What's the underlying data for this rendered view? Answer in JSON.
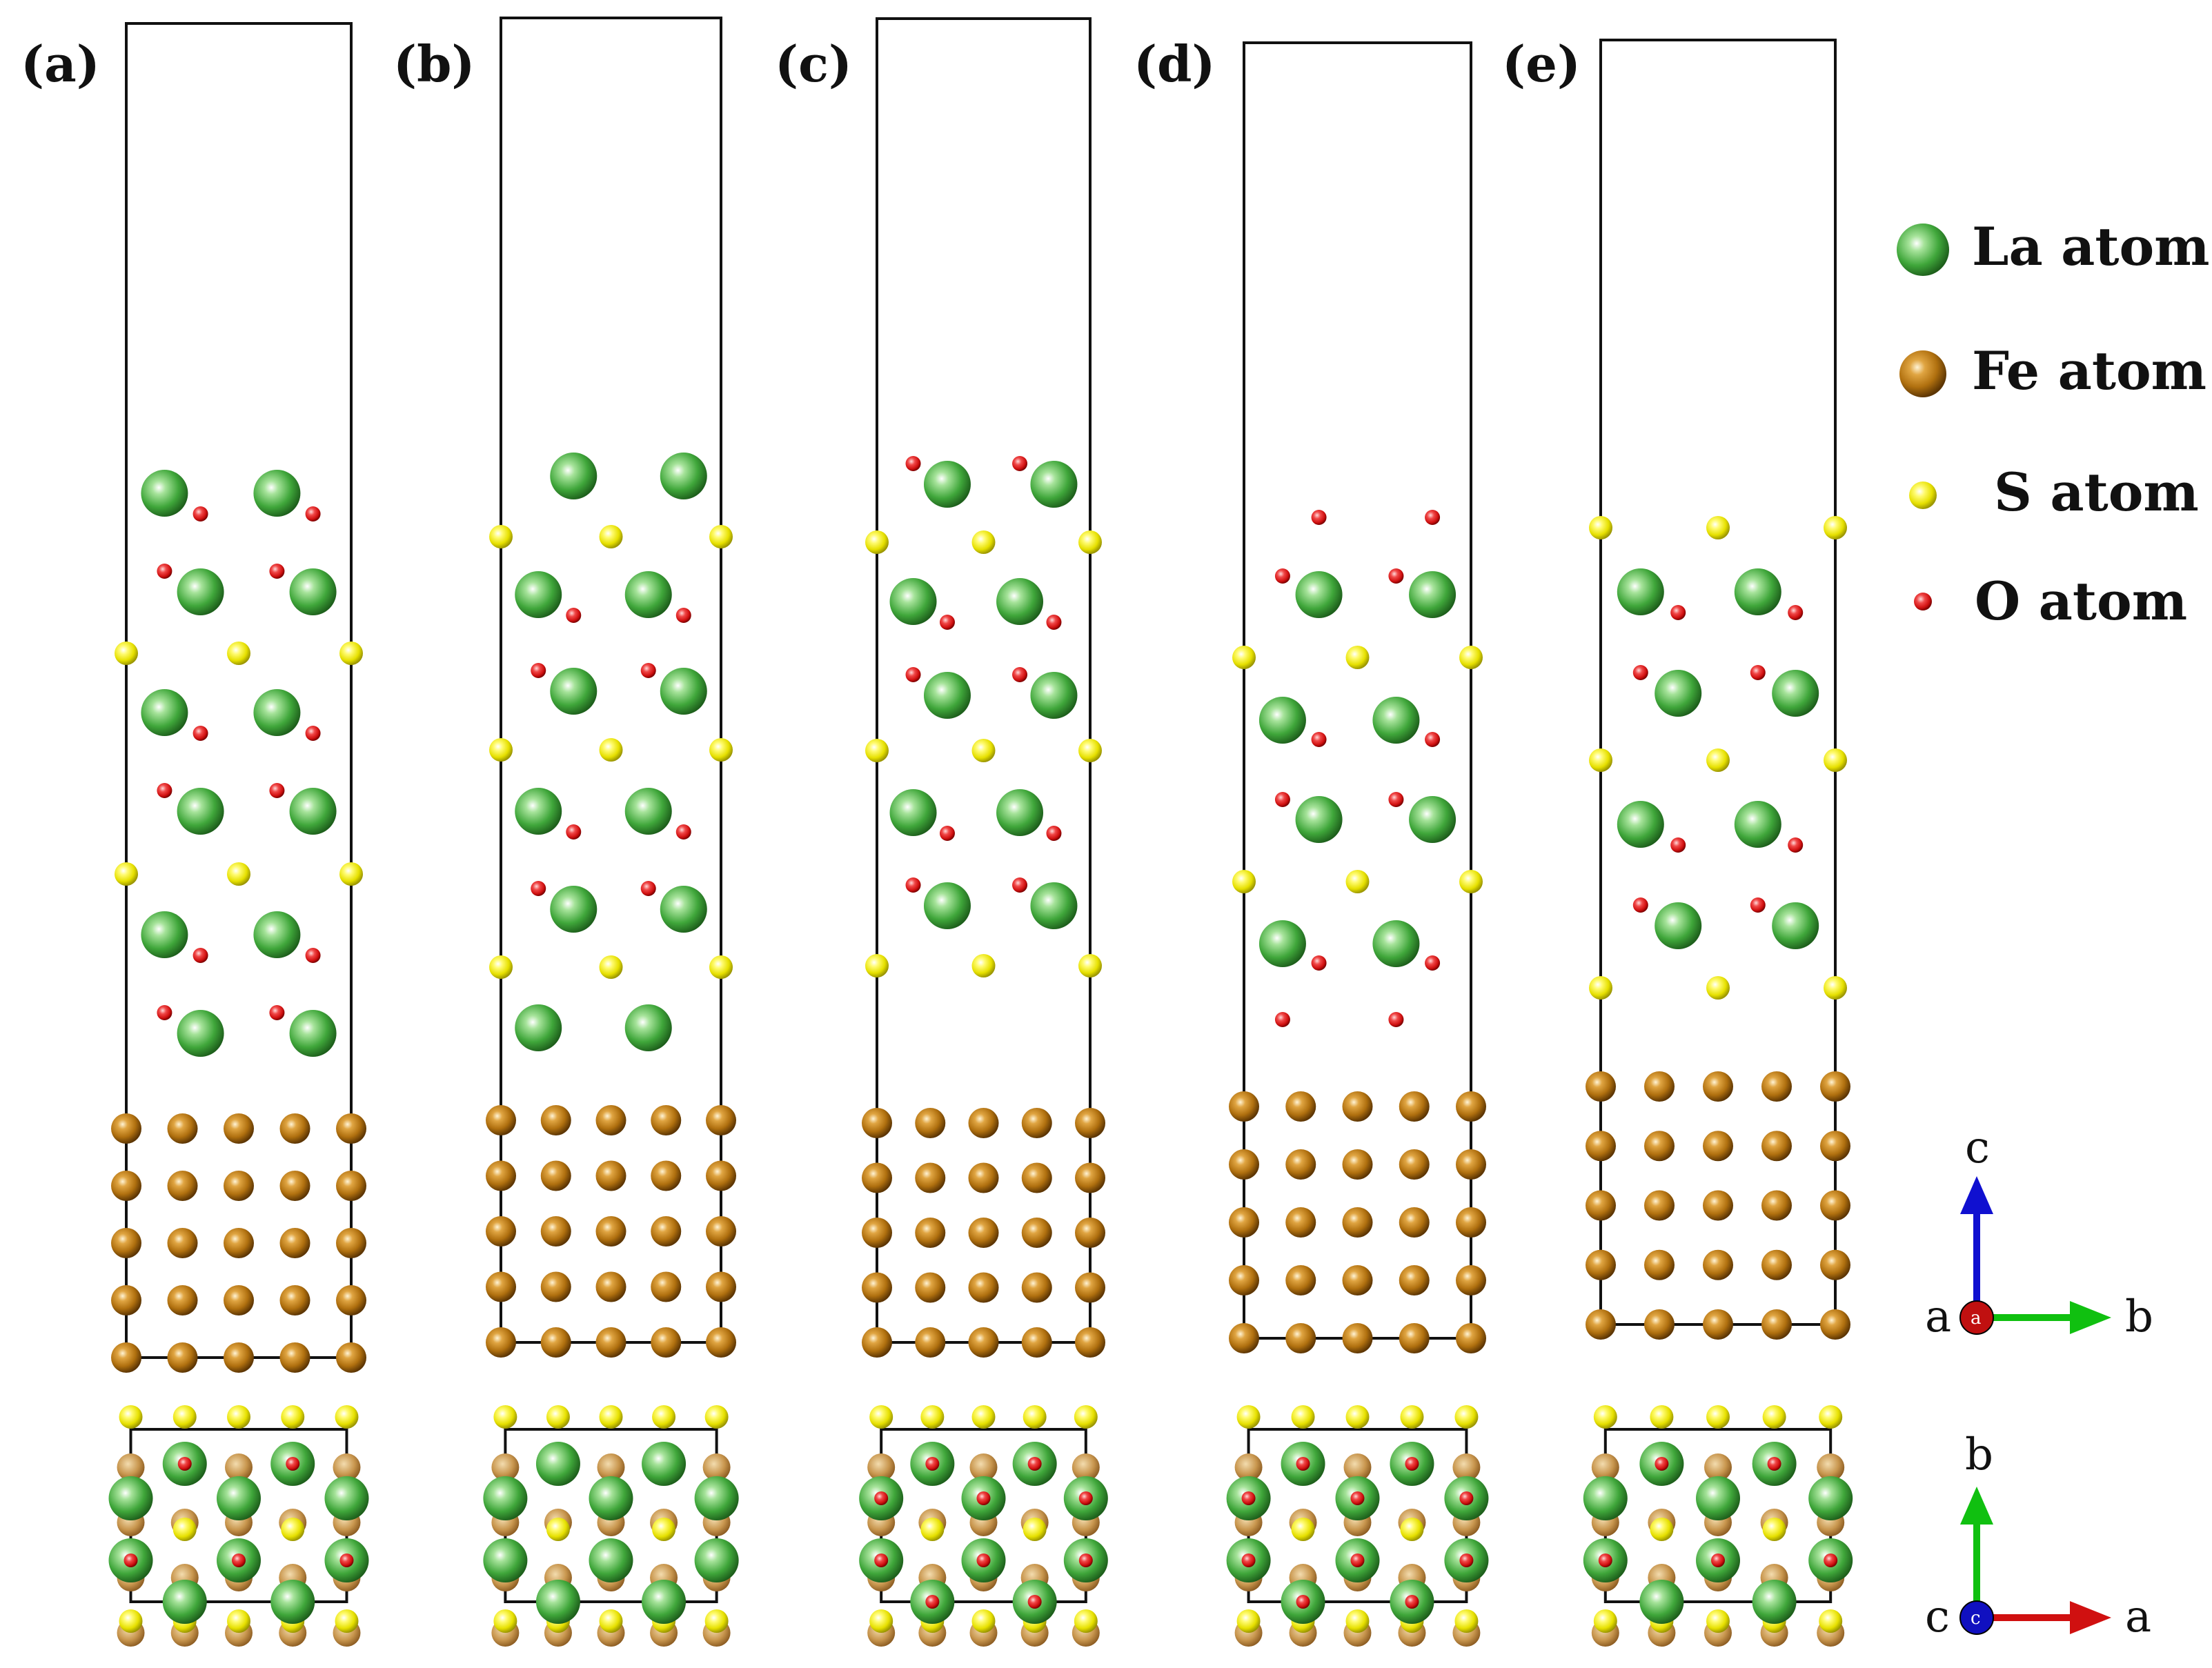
{
  "panels": [
    {
      "label": "(a)",
      "side_rows": [
        "La",
        "O1",
        "O2",
        "La2",
        "S",
        "La",
        "O1",
        "O2",
        "La2",
        "S",
        "La",
        "O1",
        "O2",
        "La2"
      ],
      "fe_rows": 5,
      "top_termination": "La",
      "top_view_o": "a"
    },
    {
      "label": "(b)",
      "side_rows": [
        "LaT",
        "S",
        "La",
        "O1",
        "O2",
        "La2",
        "S",
        "La",
        "O1",
        "O2",
        "La2",
        "S",
        "LaB"
      ],
      "fe_rows": 5,
      "top_termination": "La",
      "top_view_o": "none"
    },
    {
      "label": "(c)",
      "side_rows": [
        "O2",
        "La2",
        "S",
        "La",
        "O1",
        "O2",
        "La2",
        "S",
        "La",
        "O1",
        "O2",
        "La2",
        "S",
        "La",
        "O1"
      ],
      "fe_rows": 5,
      "top_termination": "O",
      "top_view_o": "all"
    },
    {
      "label": "(d)",
      "side_rows": [
        "Otop",
        "O2",
        "La2",
        "S",
        "La",
        "O1",
        "O2",
        "La2",
        "S",
        "La",
        "O1",
        "Obot"
      ],
      "fe_rows": 5,
      "top_termination": "O",
      "top_view_o": "all"
    },
    {
      "label": "(e)",
      "side_rows": [
        "S",
        "La",
        "O1",
        "O2",
        "La2",
        "S",
        "La",
        "O1",
        "O2",
        "La2",
        "S"
      ],
      "fe_rows": 5,
      "top_termination": "S",
      "top_view_o": "d"
    }
  ],
  "legend": [
    {
      "label": "La atom",
      "element": "La",
      "color": "#3fa63a"
    },
    {
      "label": "Fe atom",
      "element": "Fe",
      "color": "#b0700f"
    },
    {
      "label": "S atom",
      "element": "S",
      "color": "#e6e000"
    },
    {
      "label": "O atom",
      "element": "O",
      "color": "#e01818"
    }
  ],
  "axes": [
    {
      "view": "side",
      "vertical": "c",
      "horizontal": "b",
      "out_of_plane": "a",
      "vertical_color": "#1010d0",
      "horizontal_color": "#10c010",
      "origin_color": "#c01010"
    },
    {
      "view": "top",
      "vertical": "b",
      "horizontal": "a",
      "out_of_plane": "c",
      "vertical_color": "#10c010",
      "horizontal_color": "#d01010",
      "origin_color": "#1010c0"
    }
  ]
}
